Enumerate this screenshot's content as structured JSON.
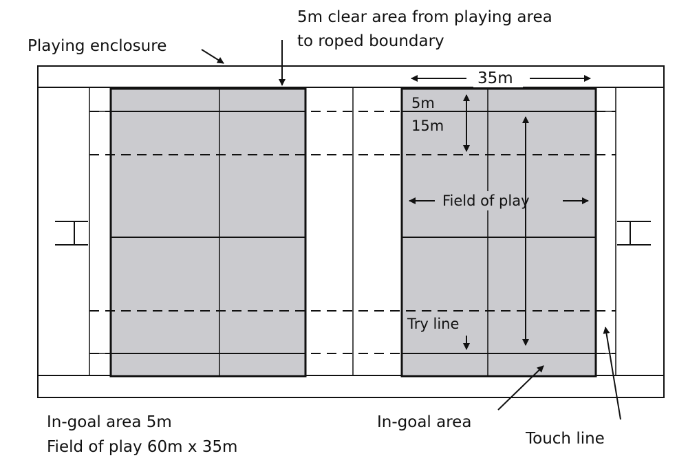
{
  "labels": {
    "enclosure": "Playing enclosure",
    "clear_area_line1": "5m clear area from playing area",
    "clear_area_line2": "to roped boundary",
    "width": "35m",
    "in_goal_dim": "5m",
    "zone_dim": "15m",
    "field_of_play": "Field of play",
    "try_line": "Try line",
    "in_goal_area_left": "In-goal area 5m",
    "field_dimensions": "Field of play 60m x 35m",
    "in_goal_area": "In-goal area",
    "touch_line": "Touch line"
  },
  "colors": {
    "field_fill": "#cbcbcf",
    "line": "#111111"
  }
}
